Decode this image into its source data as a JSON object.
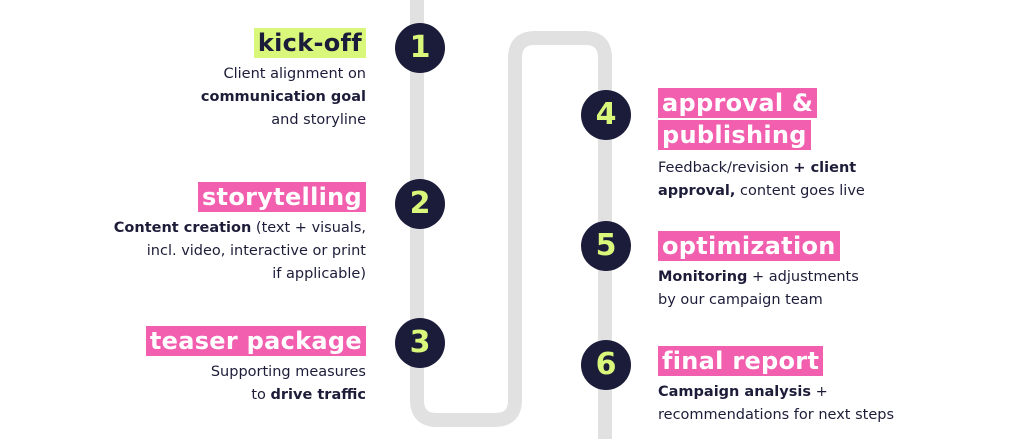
{
  "colors": {
    "navy": "#1b1b3a",
    "pink": "#f25fae",
    "lime": "#d9f77a",
    "path_gray": "#e1e1e1"
  },
  "steps": [
    {
      "number": "1",
      "title": "kick-off",
      "desc_1": "Client alignment on",
      "desc_2": "communication goal",
      "desc_3": "and storyline"
    },
    {
      "number": "2",
      "title": "storytelling",
      "desc_1": "Content creation",
      "desc_2": " (text + visuals,",
      "desc_3": "incl. video, interactive or print",
      "desc_4": "if applicable)"
    },
    {
      "number": "3",
      "title": "teaser package",
      "desc_1": "Supporting measures",
      "desc_2": "to ",
      "desc_3": "drive traffic"
    },
    {
      "number": "4",
      "title_1": "approval &",
      "title_2": "publishing",
      "desc_1": "Feedback/revision ",
      "desc_2": "+ client",
      "desc_3": "approval,",
      "desc_4": " content goes live"
    },
    {
      "number": "5",
      "title": "optimization",
      "desc_1": "Monitoring",
      "desc_2": " + adjustments",
      "desc_3": "by our campaign team"
    },
    {
      "number": "6",
      "title": "final report",
      "desc_1": "Campaign analysis",
      "desc_2": " +",
      "desc_3": "recommendations for next steps"
    }
  ]
}
